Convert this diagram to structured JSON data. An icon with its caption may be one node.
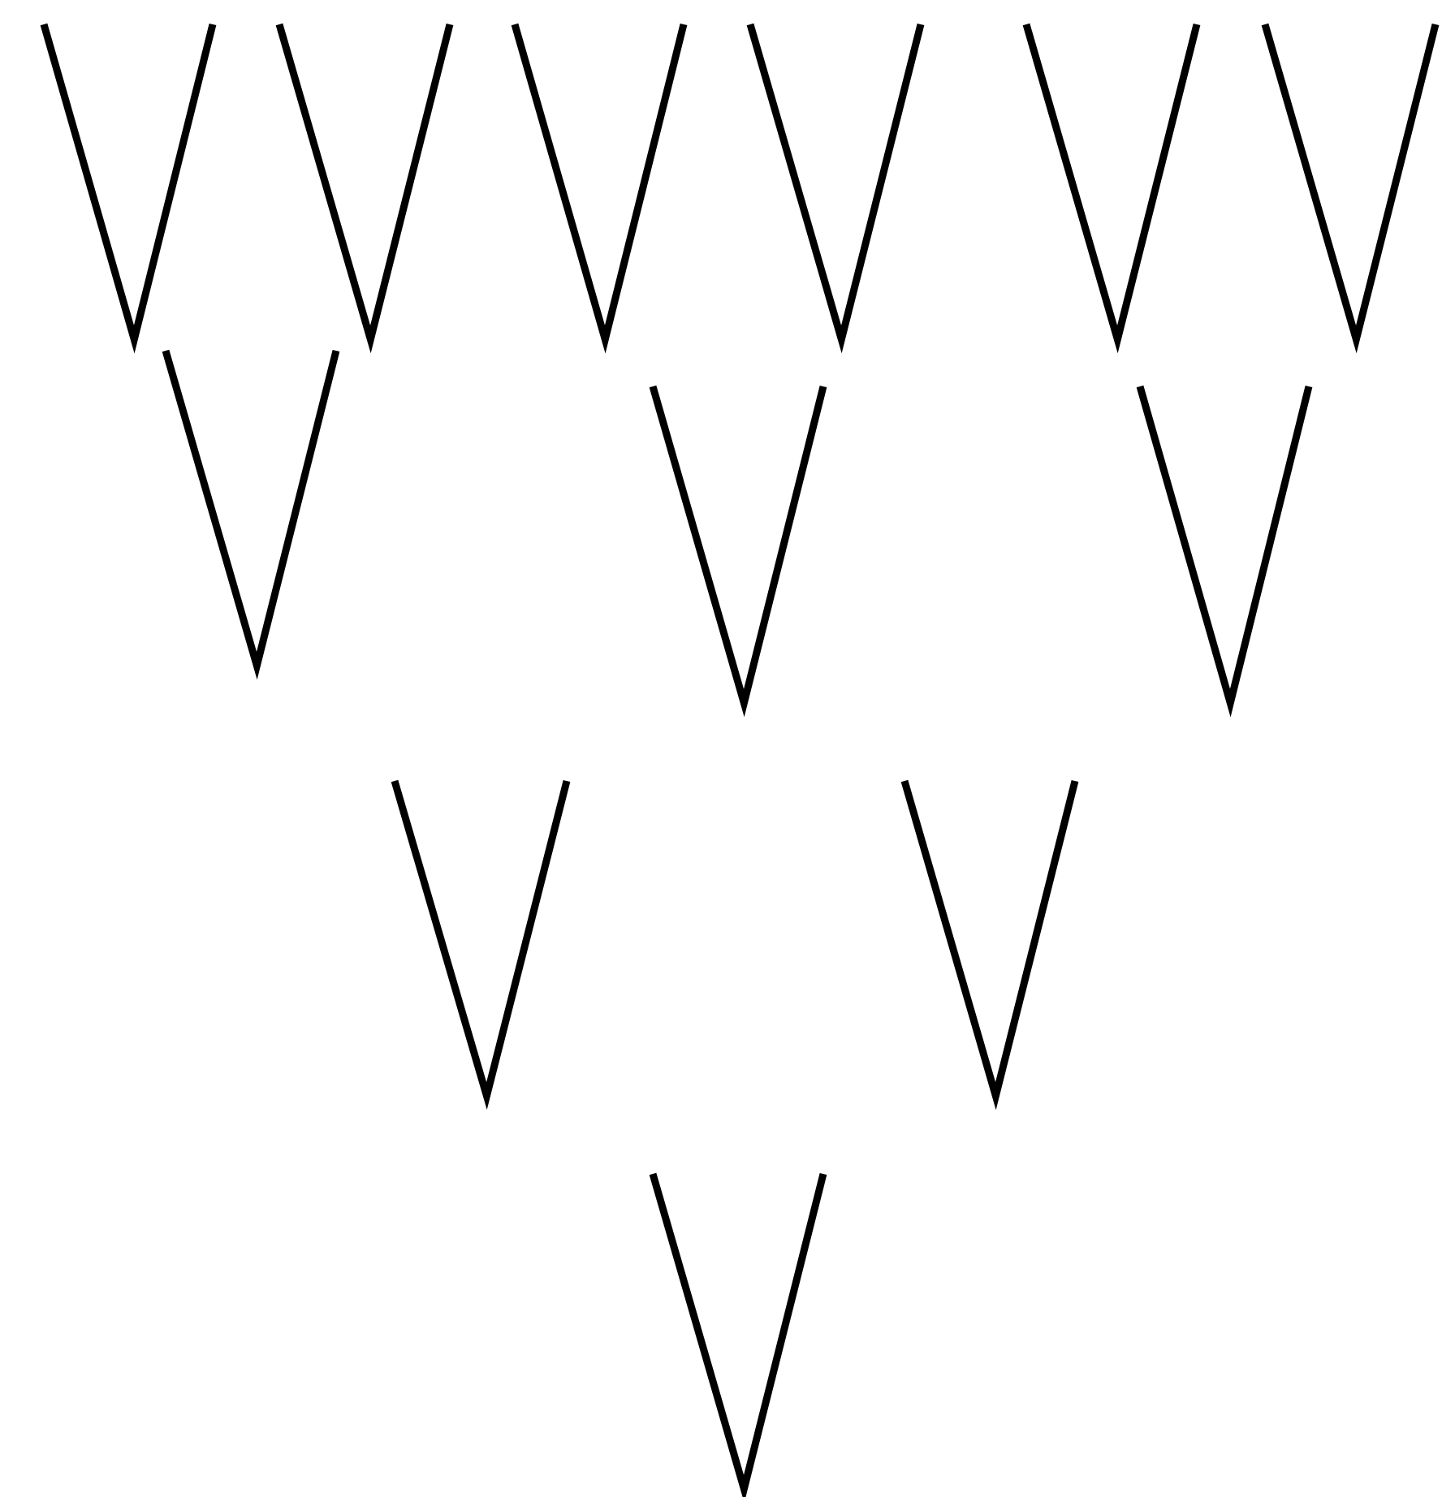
{
  "diagram": {
    "nodes": [
      {
        "text": [],
        "shape": "chevron"
      },
      {
        "text": [],
        "shape": "chevron"
      },
      {
        "text": [],
        "shape": "chevron"
      },
      {
        "text": [],
        "shape": "chevron"
      },
      {
        "text": [],
        "shape": "chevron"
      },
      {
        "text": [],
        "shape": "chevron"
      },
      {
        "text": [],
        "shape": "chevron"
      },
      {
        "text": [],
        "shape": "chevron"
      },
      {
        "text": [],
        "shape": "chevron"
      },
      {
        "text": [],
        "shape": "chevron"
      },
      {
        "text": [],
        "shape": "chevron"
      },
      {
        "text": [],
        "shape": "chevron"
      }
    ]
  }
}
